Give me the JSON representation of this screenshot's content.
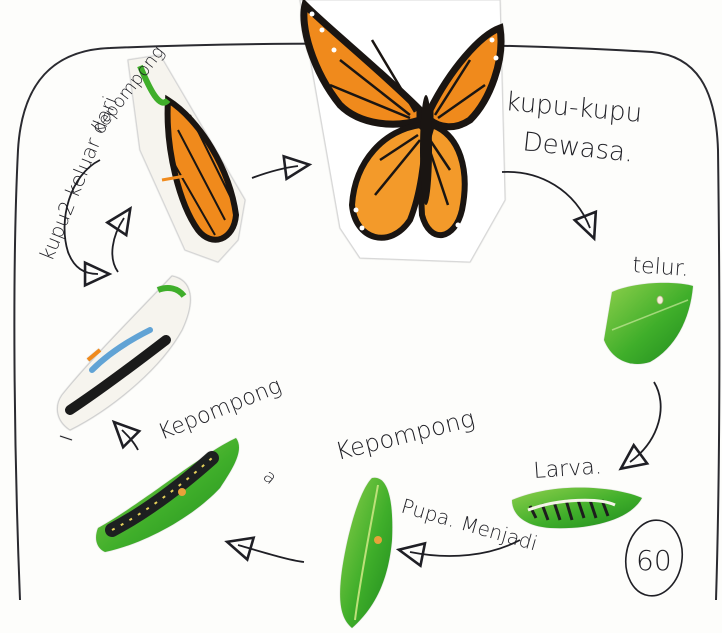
{
  "labels": {
    "adult": "kupu-kupu",
    "adult2": "Dewasa.",
    "egg": "telur.",
    "larva": "Larva.",
    "pupa_green": "Kepompong",
    "pupa_green2": "Pupa. Menjadi",
    "pupa": "Kepompong",
    "pupa_mark": "a",
    "emerge1": "kupu2 keluar dari",
    "emerge2": "kepompong",
    "score": "60"
  },
  "colors": {
    "ink": "#1f1f25",
    "monarch_orange": "#f08a1c",
    "monarch_black": "#1a1512",
    "leaf_green": "#3fae2a",
    "leaf_light": "#9fd35a",
    "chrysalis_black": "#1d2020"
  }
}
